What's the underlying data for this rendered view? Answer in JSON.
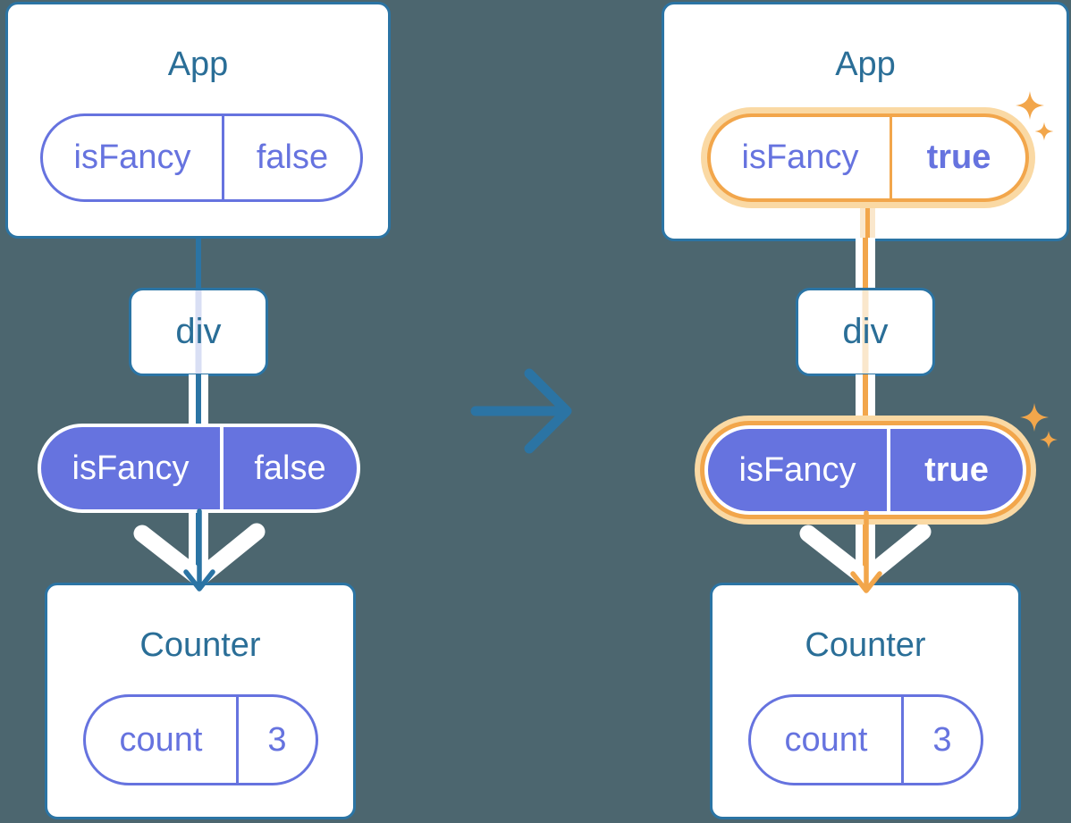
{
  "palette": {
    "background": "#4C666F",
    "card_bg": "#FFFFFF",
    "line_blue": "#2B74A4",
    "title_text": "#2A6E97",
    "purple": "#6673DF",
    "lavender_trace": "#D9DFF4",
    "orange": "#F2A64B",
    "pale_orange": "#FAD9A4",
    "cream_trace": "#FAE7CC",
    "white": "#FFFFFF"
  },
  "icons": {
    "transition_arrow": "right-arrow-icon",
    "flow_arrow": "down-arrow-icon",
    "highlight": "sparkles-icon"
  },
  "panels": {
    "before": {
      "app": {
        "title": "App",
        "prop_name": "isFancy",
        "prop_value": "false"
      },
      "container": {
        "title": "div"
      },
      "passed_prop": {
        "name": "isFancy",
        "value": "false"
      },
      "counter": {
        "title": "Counter",
        "state_name": "count",
        "state_value": "3"
      }
    },
    "after": {
      "app": {
        "title": "App",
        "prop_name": "isFancy",
        "prop_value": "true"
      },
      "container": {
        "title": "div"
      },
      "passed_prop": {
        "name": "isFancy",
        "value": "true"
      },
      "counter": {
        "title": "Counter",
        "state_name": "count",
        "state_value": "3"
      }
    }
  }
}
